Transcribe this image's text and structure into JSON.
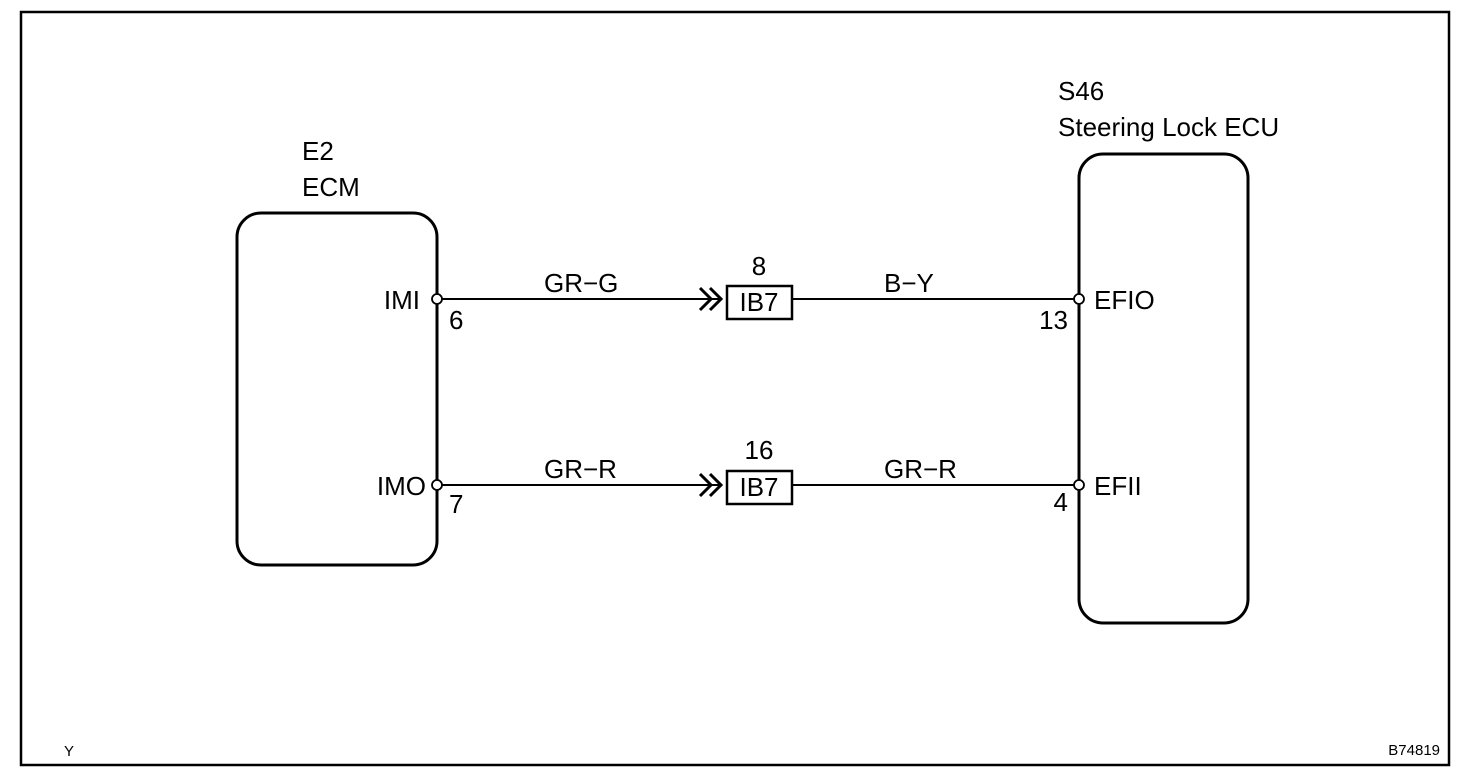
{
  "ecm": {
    "code": "E2",
    "name": "ECM"
  },
  "steering": {
    "code": "S46",
    "name": "Steering Lock ECU"
  },
  "circuits": [
    {
      "left_terminal": "IMI",
      "left_pin": "6",
      "wire_left": "GR−G",
      "connector_pin": "8",
      "connector": "IB7",
      "wire_right": "B−Y",
      "right_pin": "13",
      "right_terminal": "EFIO"
    },
    {
      "left_terminal": "IMO",
      "left_pin": "7",
      "wire_left": "GR−R",
      "connector_pin": "16",
      "connector": "IB7",
      "wire_right": "GR−R",
      "right_pin": "4",
      "right_terminal": "EFII"
    }
  ],
  "footer": {
    "left": "Y",
    "right": "B74819"
  }
}
